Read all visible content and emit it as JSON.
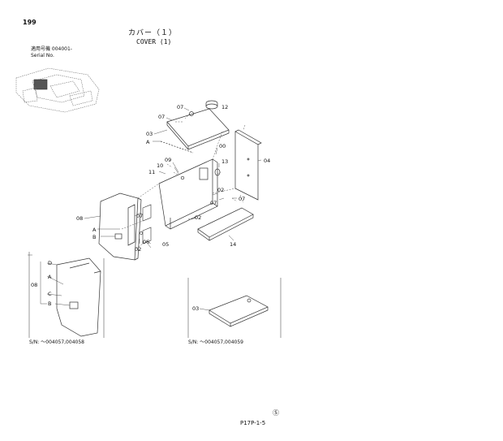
{
  "header": {
    "page_number": "199",
    "title_ja": "カバー（１）",
    "title_en": "COVER (1)",
    "serial_ja": "適用号機  004001-",
    "serial_en": "Serial No."
  },
  "callouts": {
    "c07a": "07",
    "c07b": "07",
    "c12": "12",
    "c03": "03",
    "cA1": "A",
    "c00": "00",
    "c09": "09",
    "c10": "10",
    "c11": "11",
    "c13": "13",
    "c04": "04",
    "c02a": "02",
    "c07c": "07",
    "c07d": "07",
    "c02b": "02",
    "c14": "14",
    "c08": "08",
    "cA2": "A",
    "cB1": "B",
    "c06": "06",
    "c05": "05",
    "c02c": "02",
    "c07e": "07",
    "cD": "D",
    "cA3": "A",
    "c08b": "08",
    "cC": "C",
    "cB2": "B",
    "c03b": "03"
  },
  "insets": {
    "left_serial": "S/N: ～004057,004058",
    "right_serial": "S/N: ～004057,004059"
  },
  "footer": {
    "code": "P17P-1-5",
    "mark": "Ⓢ"
  }
}
